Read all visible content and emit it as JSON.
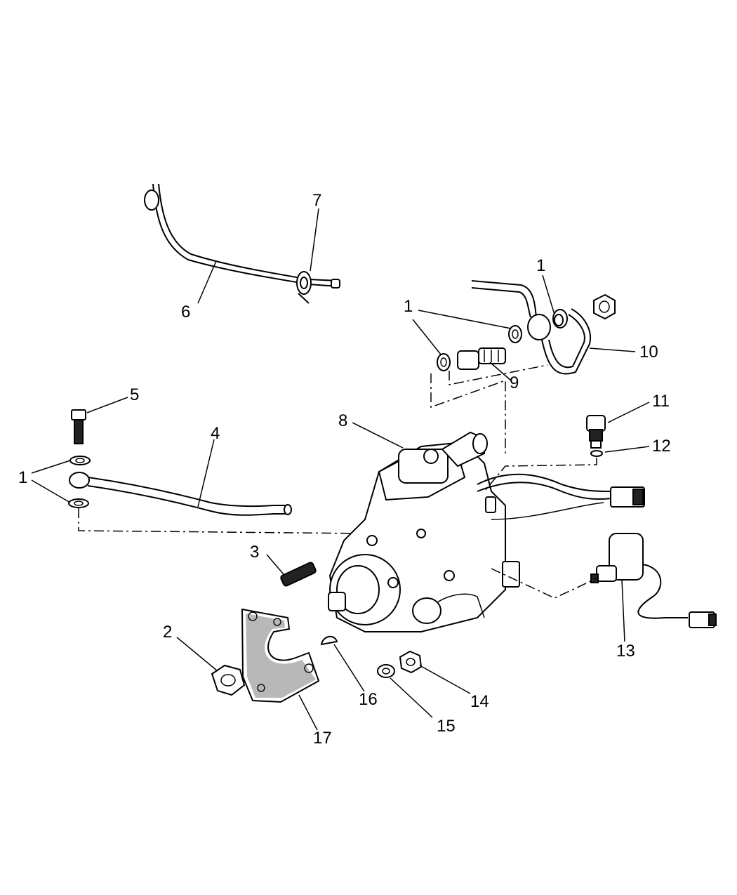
{
  "callouts": {
    "c1a": "1",
    "c1b": "1",
    "c1c": "1",
    "c2": "2",
    "c3": "3",
    "c4": "4",
    "c5": "5",
    "c6": "6",
    "c7": "7",
    "c8": "8",
    "c9": "9",
    "c10": "10",
    "c11": "11",
    "c12": "12",
    "c13": "13",
    "c14": "14",
    "c15": "15",
    "c16": "16",
    "c17": "17"
  }
}
